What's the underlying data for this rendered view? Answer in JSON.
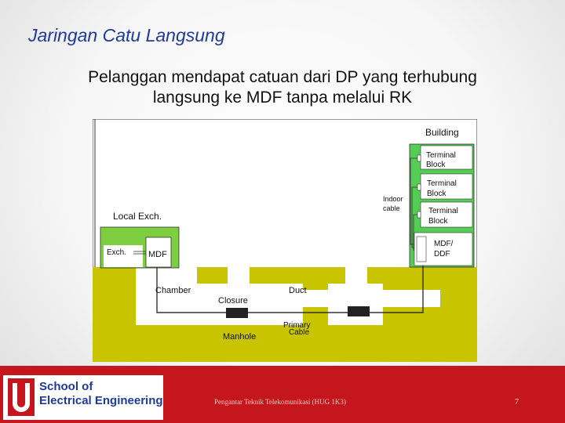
{
  "slide": {
    "title": "Jaringan Catu Langsung",
    "subtitle_line1": "Pelanggan mendapat catuan dari DP yang terhubung",
    "subtitle_line2": "langsung ke MDF tanpa melalui RK"
  },
  "diagram": {
    "building": "Building",
    "terminal_block_1_l1": "Terminal",
    "terminal_block_1_l2": "Block",
    "terminal_block_2_l1": "Terminal",
    "terminal_block_2_l2": "Block",
    "terminal_block_3_l1": "Terminal",
    "terminal_block_3_l2": "Block",
    "indoor_cable_l1": "Indoor",
    "indoor_cable_l2": "cable",
    "local_exch": "Local Exch.",
    "exch": "Exch.",
    "mdf": "MDF",
    "mdf_ddf_l1": "MDF/",
    "mdf_ddf_l2": "DDF",
    "chamber": "Chamber",
    "duct": "Duct",
    "closure": "Closure",
    "manhole": "Manhole",
    "primary_cable_l1": "Primary",
    "primary_cable_l2": "Cable",
    "colors": {
      "ground": "#c8c400",
      "exchange": "#7dcf3f",
      "building": "#55cc55"
    }
  },
  "footer": {
    "logo_line1": "School of",
    "logo_line2": "Electrical Engineering",
    "course": "Pengantar Teknik Telekomunikasi (HUG 1K3)",
    "page": "7"
  }
}
